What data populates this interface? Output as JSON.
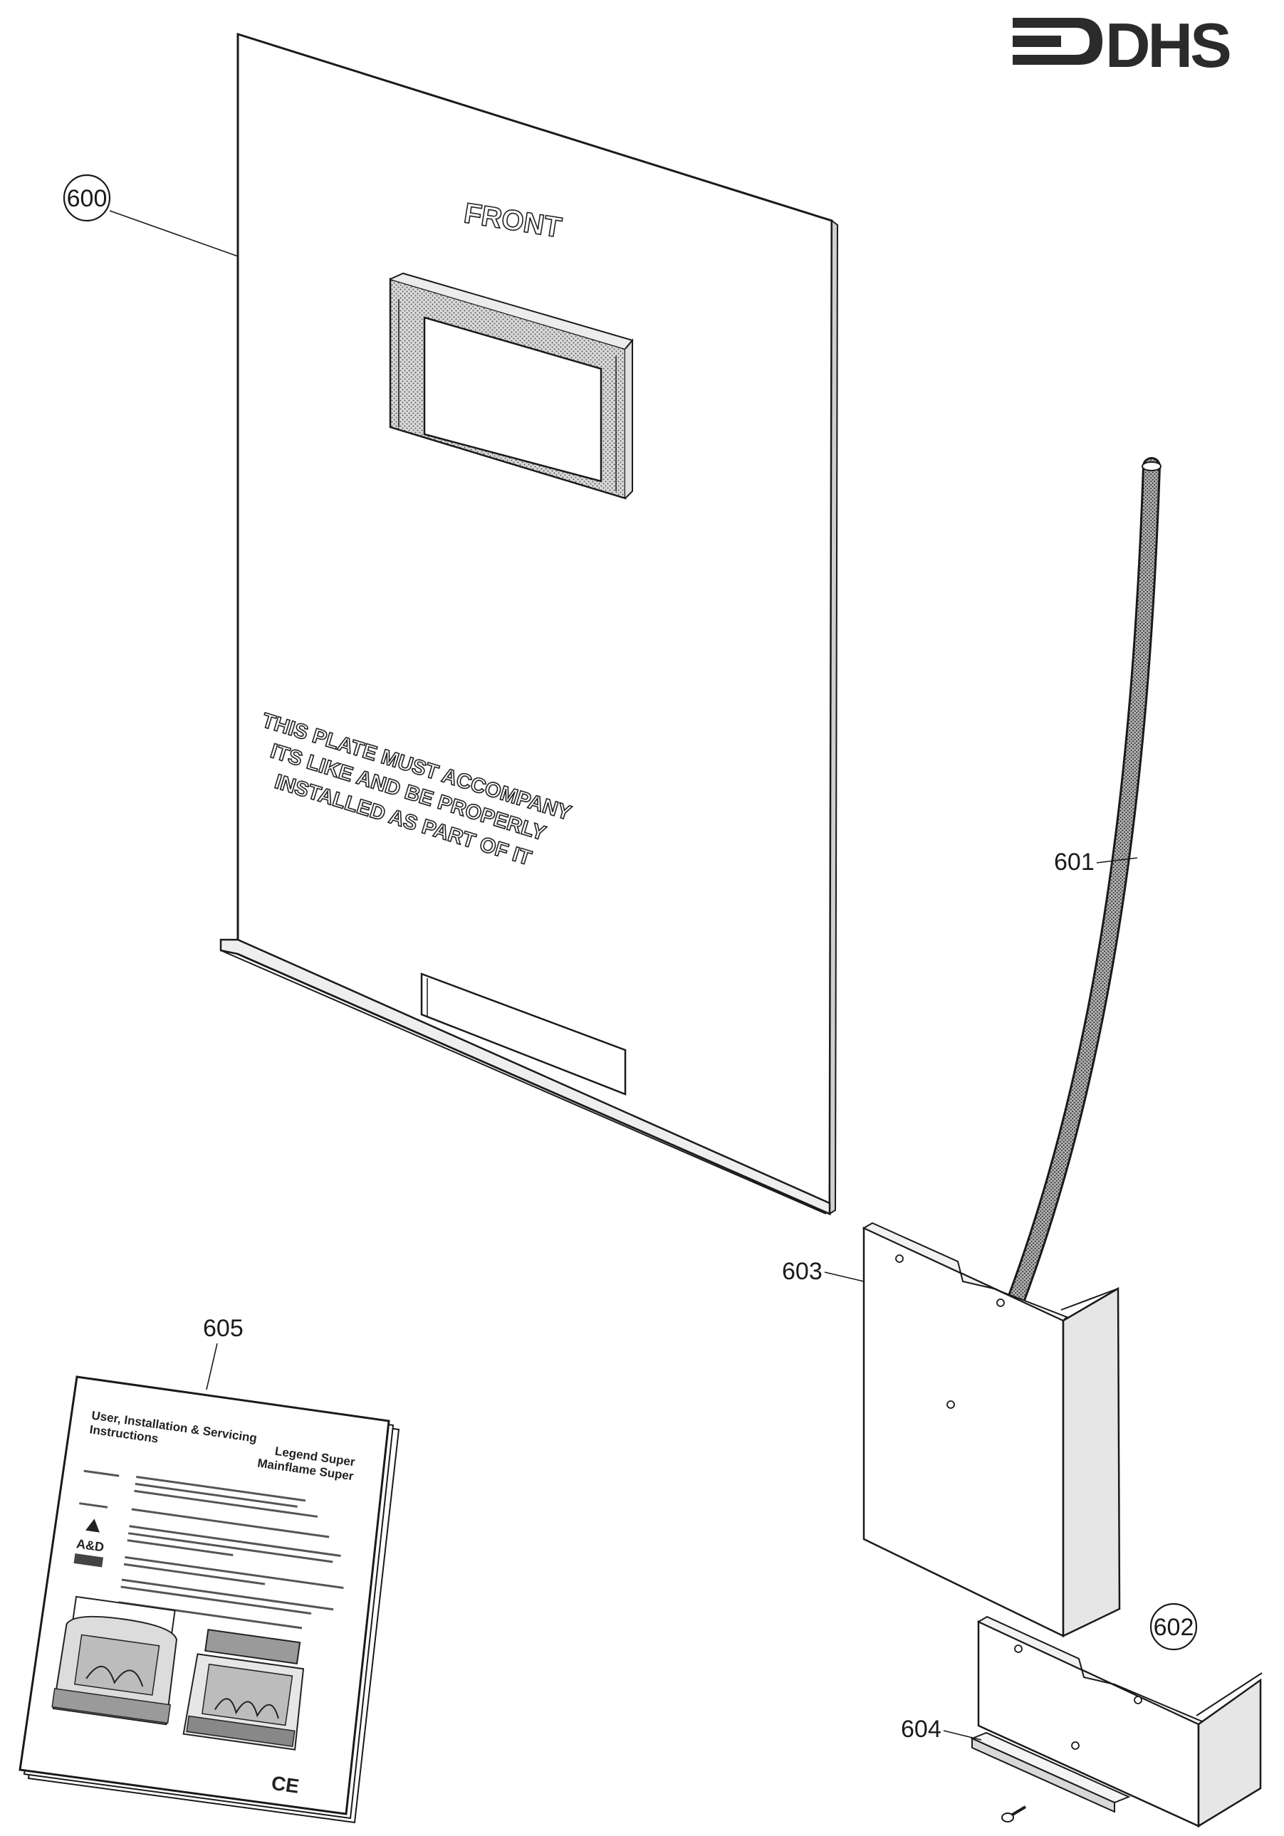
{
  "brand": {
    "logo_text": "DHS",
    "logo_color": "#2b2b2b"
  },
  "parts": [
    {
      "number": "600",
      "circled": true
    },
    {
      "number": "601",
      "circled": false
    },
    {
      "number": "602",
      "circled": true
    },
    {
      "number": "603",
      "circled": false
    },
    {
      "number": "604",
      "circled": false
    },
    {
      "number": "605",
      "circled": false
    }
  ],
  "plate": {
    "front_label": "FRONT",
    "warning_lines": [
      "THIS PLATE MUST ACCOMPANY",
      "ITS LIKE AND BE PROPERLY",
      "INSTALLED AS PART OF IT"
    ]
  },
  "manual": {
    "heading_line1": "User, Installation & Servicing",
    "heading_line2": "Instructions",
    "model_line1": "Legend Super",
    "model_line2": "Mainflame Super",
    "brand_badge": "A&D",
    "ce_mark": "CE"
  },
  "colors": {
    "line": "#1a1a1a",
    "stipple": "#8a8a8a",
    "paper": "#ffffff"
  }
}
